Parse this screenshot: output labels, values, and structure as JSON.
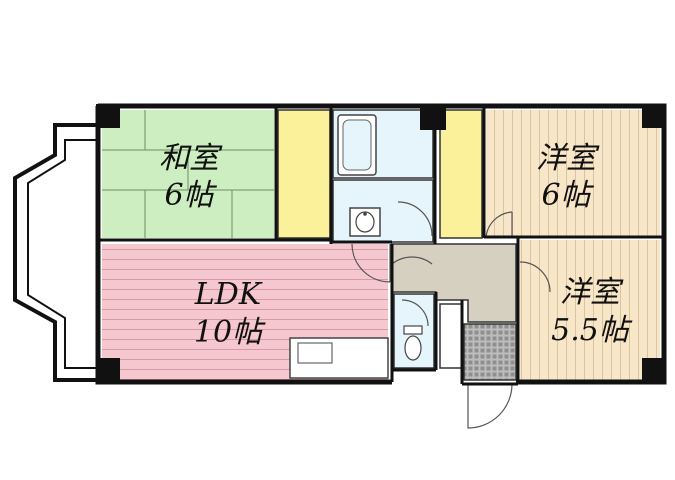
{
  "rooms": {
    "washitsu": {
      "name": "和室",
      "size": "6帖",
      "color": "#cdeec0"
    },
    "yoshitsu_1": {
      "name": "洋室",
      "size": "6帖",
      "color": "#f8e6c8"
    },
    "yoshitsu_2": {
      "name": "洋室",
      "size": "5.5帖",
      "color": "#f8e6c8"
    },
    "ldk": {
      "name": "LDK",
      "size": "10帖",
      "color": "#f5c8cf"
    }
  },
  "colors": {
    "wall": "#111111",
    "closet": "#fbf19a",
    "wet_area": "#e6f4fb",
    "hallway": "#d6d0c0",
    "entrance_tile": "#999999"
  },
  "icons": [
    "bathtub-icon",
    "washbasin-icon",
    "toilet-icon",
    "kitchen-counter-icon",
    "door-swing-icon"
  ]
}
